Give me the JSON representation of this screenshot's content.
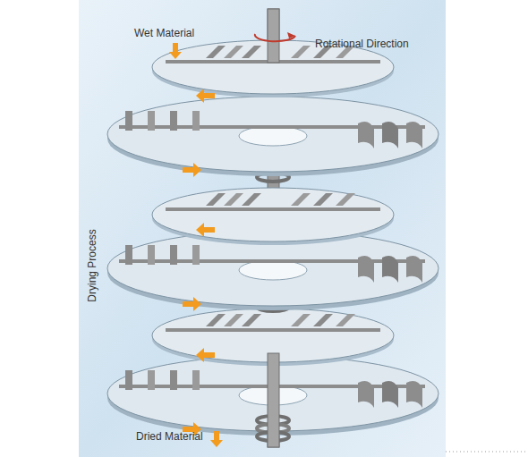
{
  "diagram": {
    "labels": [
      "Wet Material",
      "Rotational Direction",
      "Drying Process",
      "Dried Material"
    ]
  }
}
